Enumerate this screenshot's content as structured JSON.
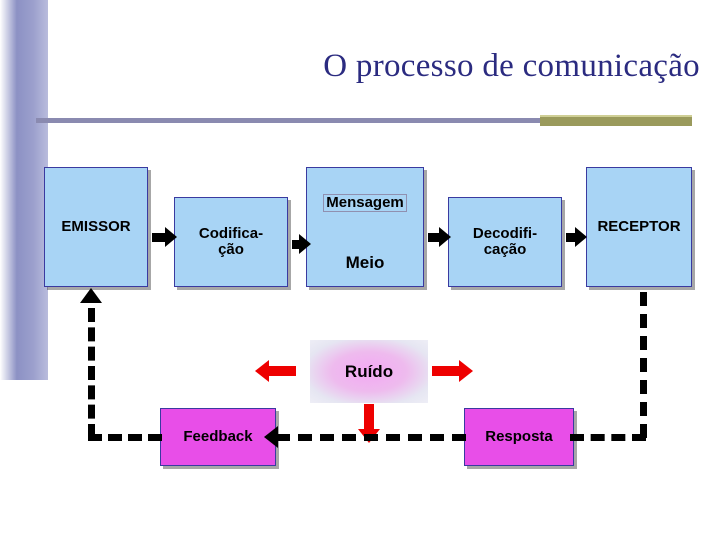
{
  "slide": {
    "title": "O processo de comunicação",
    "accent_color": "#2b2b80",
    "box_blue_color": "#a8d4f5",
    "box_magenta_color": "#e84ee8",
    "arrow_red_color": "#ee0000"
  },
  "diagram": {
    "nodes": [
      {
        "id": "emissor",
        "label": "EMISSOR"
      },
      {
        "id": "codificacao",
        "label": "Codifica-\nção"
      },
      {
        "id": "mensagem",
        "label": "Mensagem"
      },
      {
        "id": "meio",
        "label": "Meio"
      },
      {
        "id": "decodificacao",
        "label": "Decodifi-\ncação"
      },
      {
        "id": "receptor",
        "label": "RECEPTOR"
      },
      {
        "id": "ruido",
        "label": "Ruído"
      },
      {
        "id": "feedback",
        "label": "Feedback"
      },
      {
        "id": "resposta",
        "label": "Resposta"
      }
    ],
    "labels": {
      "emissor": "EMISSOR",
      "codificacao_line1": "Codifica-",
      "codificacao_line2": "ção",
      "mensagem": "Mensagem",
      "meio": "Meio",
      "decodificacao_line1": "Decodifi-",
      "decodificacao_line2": "cação",
      "receptor": "RECEPTOR",
      "ruido": "Ruído",
      "feedback": "Feedback",
      "resposta": "Resposta"
    }
  }
}
